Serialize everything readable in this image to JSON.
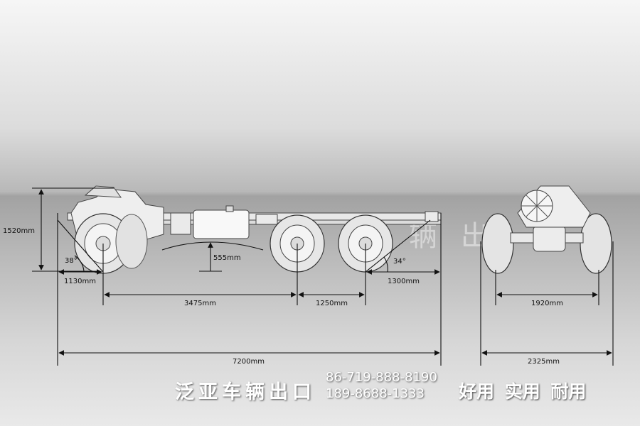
{
  "dimensions": {
    "height": "1520mm",
    "front_overhang": "1130mm",
    "approach_angle": "38°",
    "wheelbase_front": "3475mm",
    "wheelbase_rear": "1250mm",
    "ground_clearance": "555mm",
    "rear_overhang": "1300mm",
    "departure_angle": "34°",
    "total_length": "7200mm",
    "track_width": "1920mm",
    "total_width": "2325mm"
  },
  "watermark": "辆 出",
  "footer": {
    "brand": "泛亚车辆出口",
    "phone_1": "86-719-888-8190",
    "phone_2": "189-8688-1333",
    "slogan": "好用 实用 耐用"
  }
}
